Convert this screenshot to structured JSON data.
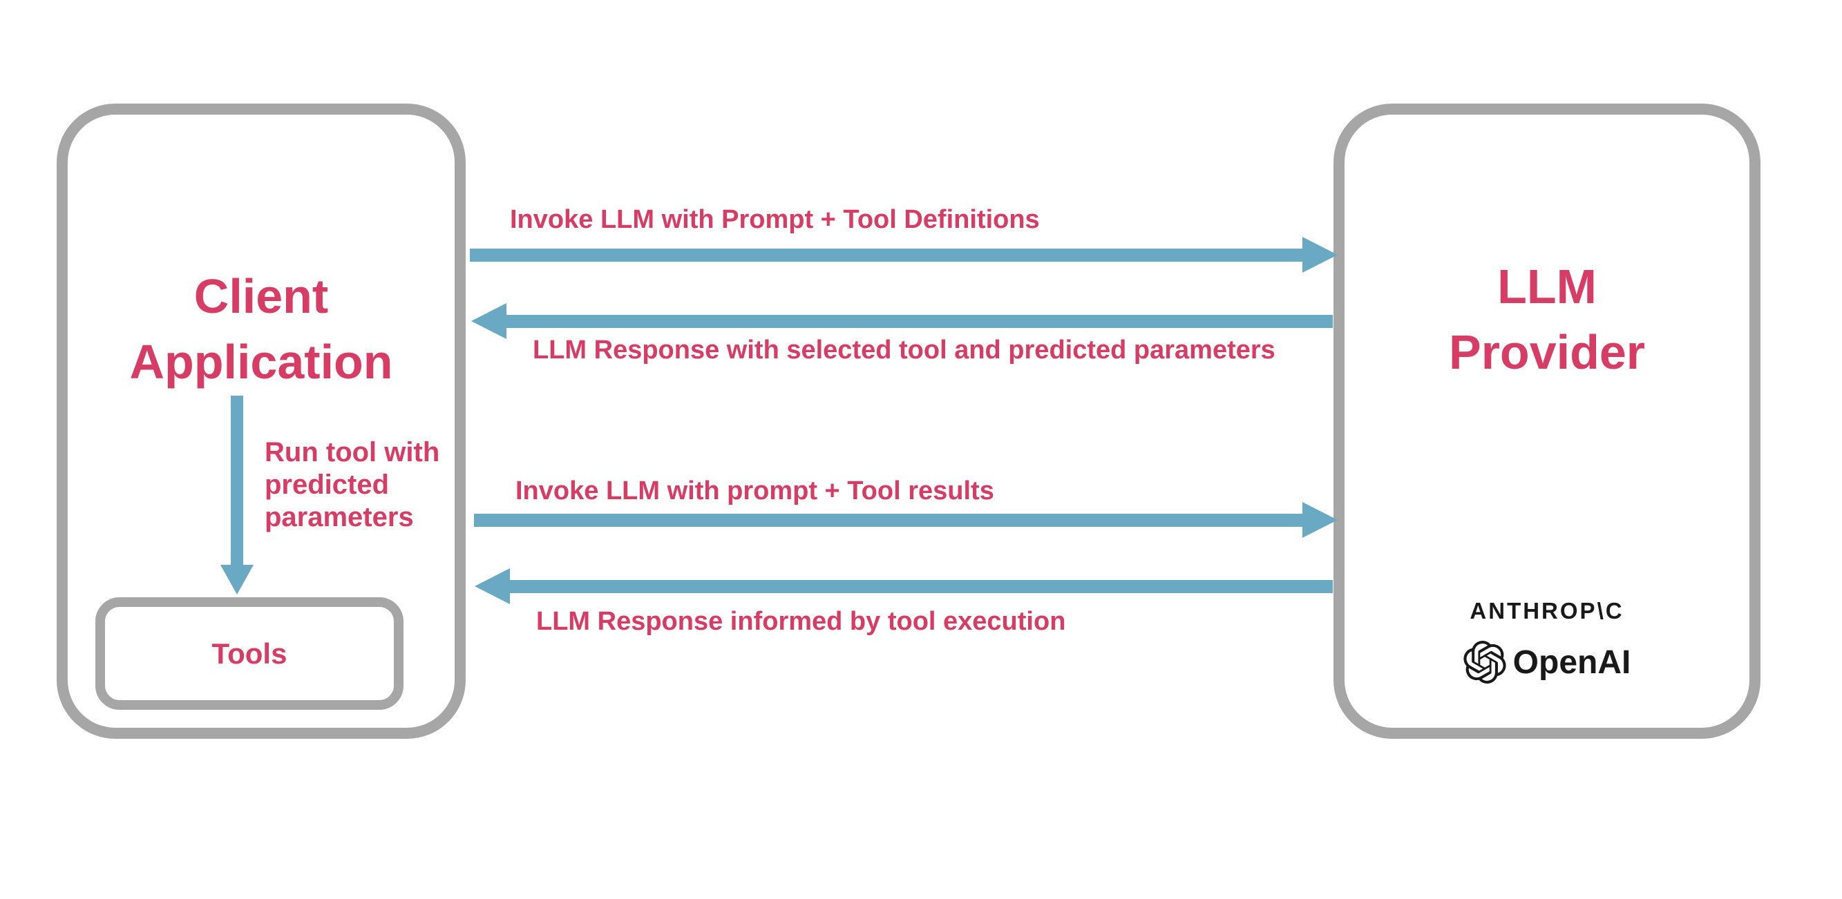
{
  "diagram": {
    "client_box": {
      "title_lines": [
        "Client",
        "Application"
      ],
      "tools_label": "Tools"
    },
    "llm_box": {
      "title_lines": [
        "LLM",
        "Provider"
      ],
      "anthropic_wordmark": "ANTHROP\\C",
      "openai_wordmark": "OpenAI"
    },
    "flows": {
      "invoke_with_definitions": "Invoke LLM with Prompt + Tool Definitions",
      "response_with_selected_tool": "LLM Response with selected tool and predicted parameters",
      "invoke_with_results": "Invoke LLM with prompt + Tool results",
      "response_informed": "LLM Response informed by tool execution",
      "run_tool_lines": [
        "Run tool with",
        "predicted",
        "parameters"
      ]
    },
    "icons": {
      "openai_icon": "openai-flower-knot"
    },
    "colors": {
      "accent_pink": "#d63c64",
      "arrow_blue": "#69a9c4",
      "border_gray": "#a6a6a6",
      "logo_black": "#191919"
    }
  }
}
